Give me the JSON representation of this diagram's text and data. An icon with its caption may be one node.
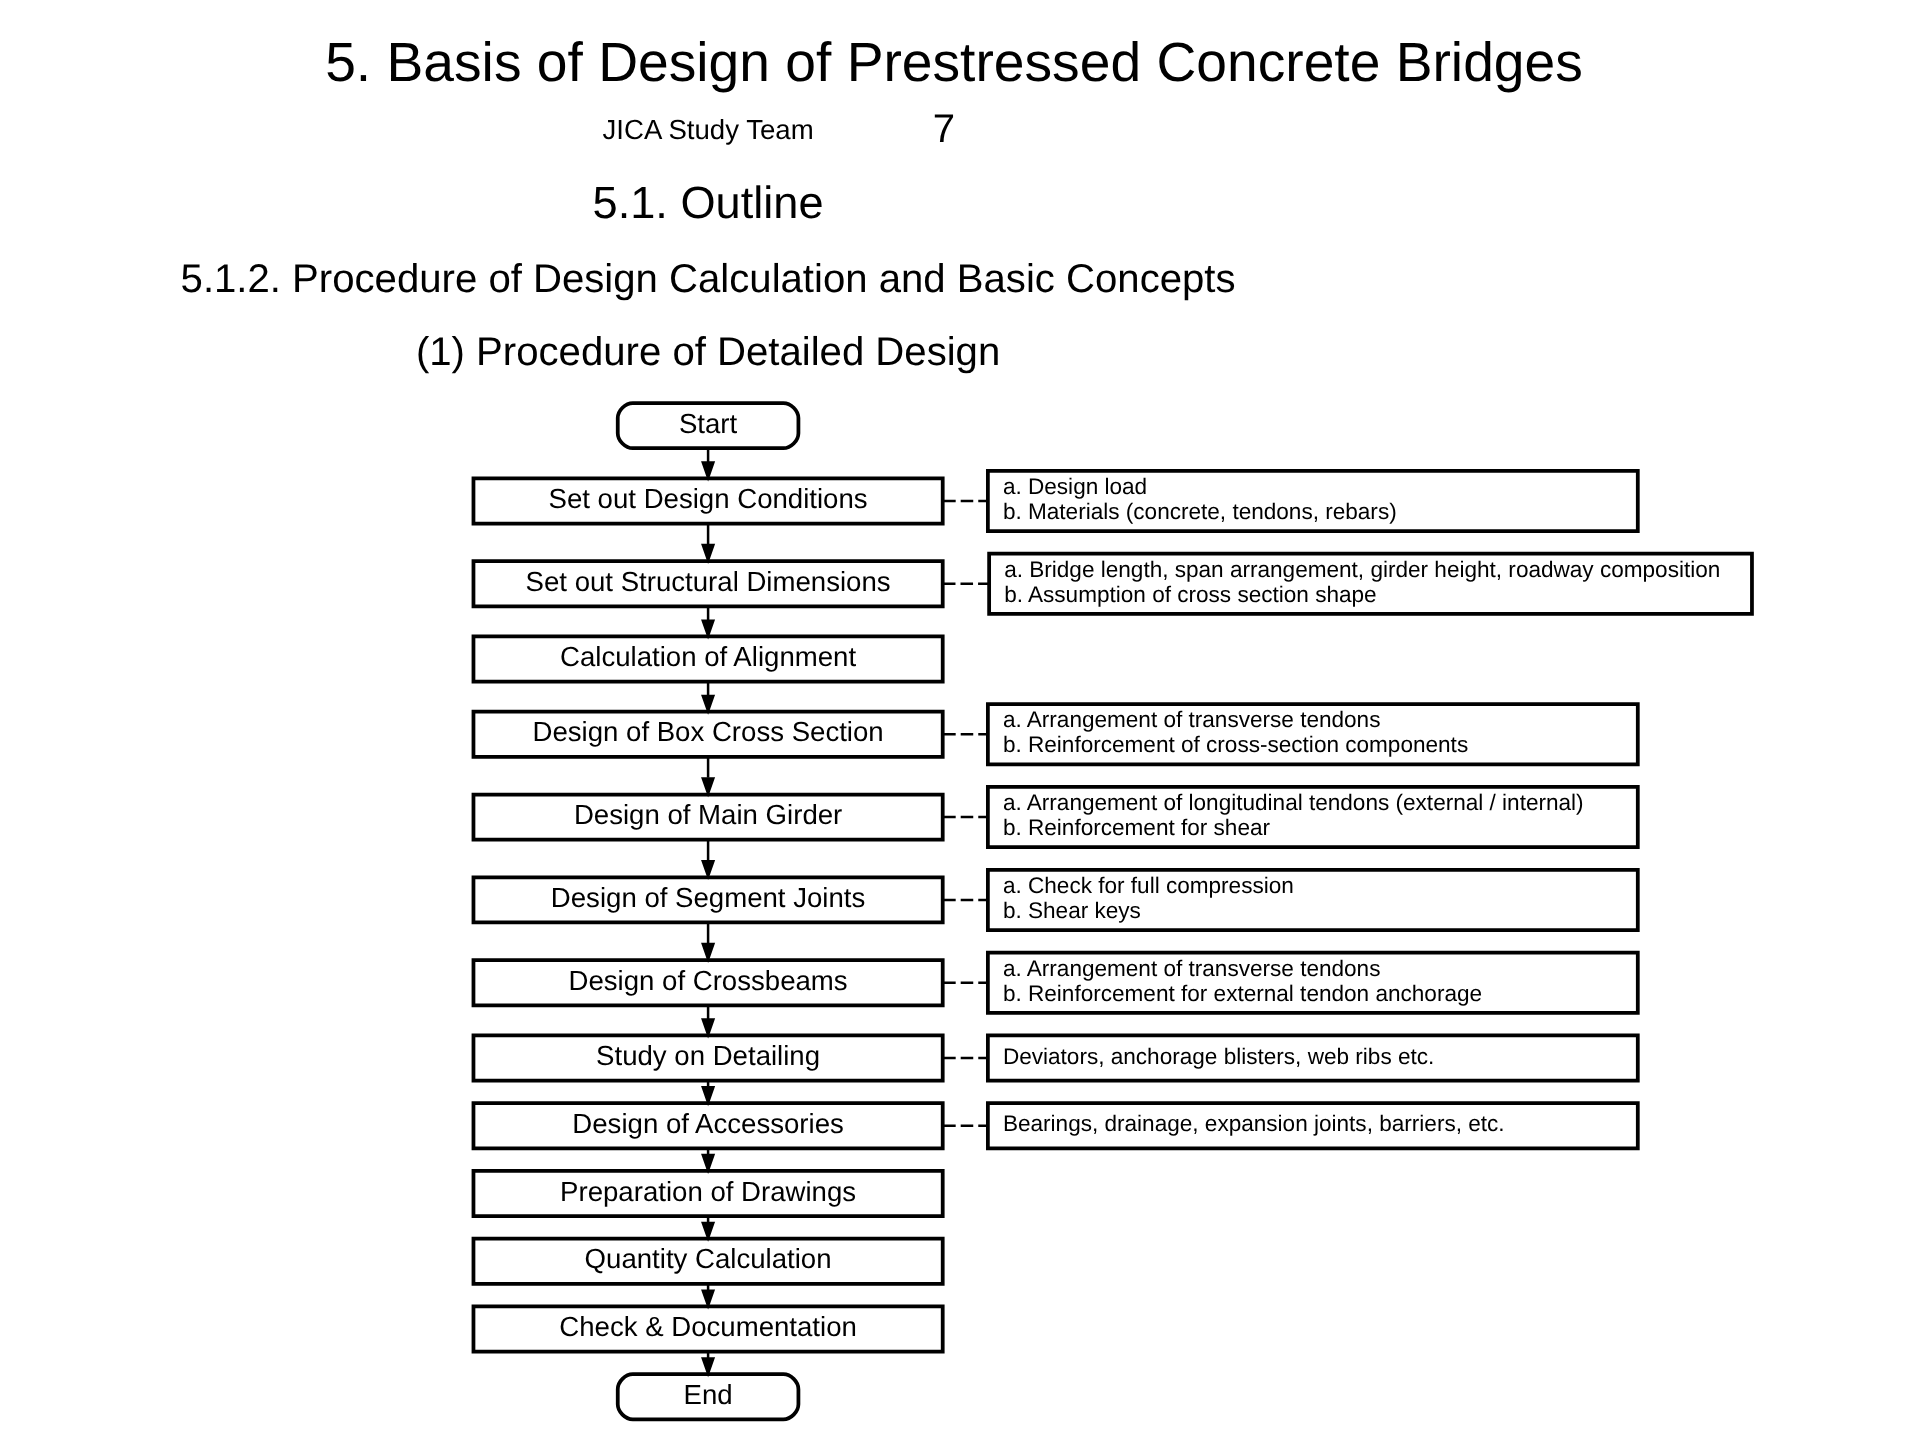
{
  "diagram": {
    "title": "5. Basis of Design of Prestressed Concrete Bridges",
    "nodes": [
      {
        "text": [
          "Start"
        ]
      },
      {
        "text": [
          "Set out Design Conditions"
        ]
      },
      {
        "text": [
          "Set out Structural Dimensions"
        ]
      },
      {
        "text": [
          "Calculation of Alignment"
        ]
      },
      {
        "text": [
          "Design of Box Cross Section"
        ]
      },
      {
        "text": [
          "Design of Main Girder"
        ]
      },
      {
        "text": [
          "Design of Segment Joints"
        ]
      },
      {
        "text": [
          "Design of Crossbeams"
        ]
      },
      {
        "text": [
          "Study on Detailing"
        ]
      },
      {
        "text": [
          "Design of Accessories"
        ]
      },
      {
        "text": [
          "Preparation of Drawings"
        ]
      },
      {
        "text": [
          "Quantity Calculation"
        ]
      },
      {
        "text": [
          "Check & Documentation"
        ]
      },
      {
        "text": [
          "End"
        ]
      },
      {
        "text": [
          "a. Design load",
          "b. Materials (concrete, tendons, rebars)"
        ]
      },
      {
        "text": [
          "a. Bridge length, span arrangement, girder height, roadway composition",
          "b. Assumption of cross section shape"
        ]
      },
      {
        "text": [
          "a. Arrangement of transverse tendons",
          "b. Reinforcement of cross-section components"
        ]
      },
      {
        "text": [
          "a. Arrangement of longitudinal tendons (external / internal)",
          "b. Reinforcement for shear"
        ]
      },
      {
        "text": [
          "a. Check for full compression",
          "b. Shear keys"
        ]
      },
      {
        "text": [
          "a. Arrangement of transverse tendons",
          "b. Reinforcement for external tendon anchorage"
        ]
      },
      {
        "text": [
          "Deviators, anchorage blisters, web ribs etc."
        ]
      },
      {
        "text": [
          "Bearings, drainage, expansion joints, barriers, etc."
        ]
      }
    ],
    "edges": [
      {
        "from": 0,
        "to": 1,
        "arrow": "to"
      },
      {
        "from": 1,
        "to": 2,
        "arrow": "to"
      },
      {
        "from": 2,
        "to": 3,
        "arrow": "to"
      },
      {
        "from": 3,
        "to": 4,
        "arrow": "to"
      },
      {
        "from": 4,
        "to": 5,
        "arrow": "to"
      },
      {
        "from": 5,
        "to": 6,
        "arrow": "to"
      },
      {
        "from": 6,
        "to": 7,
        "arrow": "to"
      },
      {
        "from": 7,
        "to": 8,
        "arrow": "to"
      },
      {
        "from": 8,
        "to": 9,
        "arrow": "to"
      },
      {
        "from": 9,
        "to": 10,
        "arrow": "to"
      },
      {
        "from": 10,
        "to": 11,
        "arrow": "to"
      },
      {
        "from": 11,
        "to": 12,
        "arrow": "to"
      },
      {
        "from": 12,
        "to": 13,
        "arrow": "to"
      },
      {
        "from": 1,
        "to": 14,
        "arrow": "none",
        "style": "dashed"
      },
      {
        "from": 2,
        "to": 15,
        "arrow": "none",
        "style": "dashed"
      },
      {
        "from": 4,
        "to": 16,
        "arrow": "none",
        "style": "dashed"
      },
      {
        "from": 5,
        "to": 17,
        "arrow": "none",
        "style": "dashed"
      },
      {
        "from": 6,
        "to": 18,
        "arrow": "none",
        "style": "dashed"
      },
      {
        "from": 7,
        "to": 19,
        "arrow": "none",
        "style": "dashed"
      },
      {
        "from": 8,
        "to": 20,
        "arrow": "none",
        "style": "dashed"
      },
      {
        "from": 9,
        "to": 21,
        "arrow": "none",
        "style": "dashed"
      }
    ],
    "labels": [
      "JICA Study Team",
      "7",
      "5.1. Outline",
      "5.1.2. Procedure of Design Calculation and Basic Concepts",
      "(1) Procedure of Detailed Design"
    ]
  }
}
